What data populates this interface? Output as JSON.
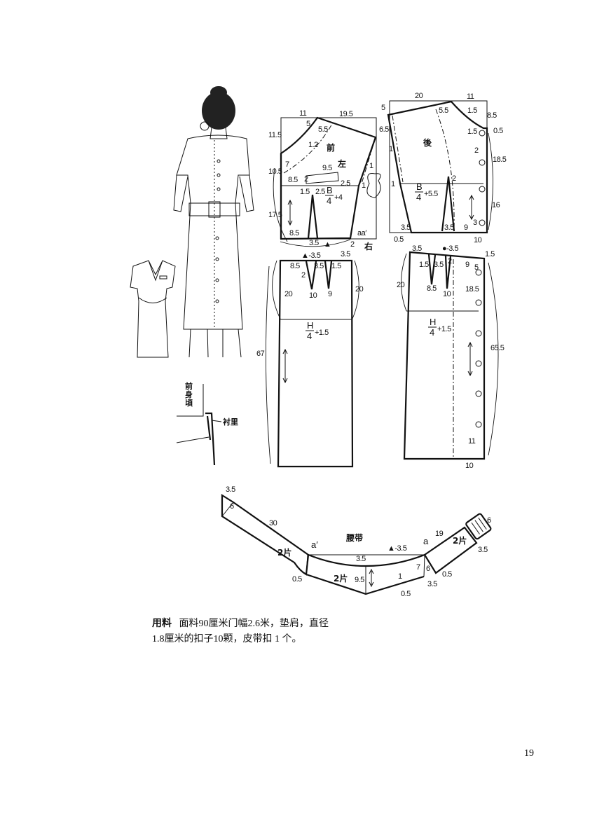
{
  "page": {
    "number": "19"
  },
  "caption": {
    "lead": "用料",
    "line1": "面料90厘米门幅2.6米，垫肩，直径",
    "line2": "1.8厘米的扣子10颗，皮带扣 1 个。"
  },
  "lining_detail": {
    "front_label": "前身頃",
    "lining_label": "衬里"
  },
  "front_bodice": {
    "title": "前",
    "left_mark": "左",
    "right_mark": "右",
    "notch_mark": "aa′",
    "formula": {
      "num": "B",
      "den": "4",
      "add": "+4"
    },
    "dims": [
      "11",
      "19.5",
      "5",
      "5.5",
      "11.5",
      "1.2",
      "7",
      "10.5",
      "9.5",
      "8.5",
      "2",
      "2.5",
      "1.5",
      "2.5",
      "17.5",
      "8.5",
      "3.5",
      "▲",
      "2",
      "1",
      "1"
    ]
  },
  "back_bodice": {
    "title": "後",
    "formula": {
      "num": "B",
      "den": "4",
      "add": "+5.5"
    },
    "dims": [
      "20",
      "11",
      "5",
      "5.5",
      "1.5",
      "8.5",
      "6.5",
      "1.5",
      "0.5",
      "1",
      "2",
      "18.5",
      "1",
      "2",
      "16",
      "3.5",
      "3.5",
      "9",
      "3",
      "0.5",
      "10"
    ]
  },
  "front_skirt": {
    "formula": {
      "num": "H",
      "den": "4",
      "add": "+1.5"
    },
    "dims": [
      "▲-3.5",
      "3.5",
      "8.5",
      "3.5",
      "1.5",
      "2",
      "20",
      "10",
      "9",
      "20",
      "67"
    ]
  },
  "back_skirt": {
    "formula": {
      "num": "H",
      "den": "4",
      "add": "+1.5"
    },
    "dims": [
      "3.5",
      "●-3.5",
      "1.5",
      "1.5",
      "3.5",
      "2",
      "9",
      "5",
      "20",
      "8.5",
      "10",
      "18.5",
      "65.5",
      "11",
      "10"
    ]
  },
  "belt": {
    "title": "腰带",
    "dims": [
      "3.5",
      "6",
      "30",
      "a′",
      "2片",
      "▲-3.5",
      "a",
      "19",
      "2片",
      "6",
      "3.5",
      "3.5",
      "7",
      "6",
      "0.5",
      "0.5",
      "2片",
      "9.5",
      "1",
      "3.5",
      "0.5"
    ]
  }
}
